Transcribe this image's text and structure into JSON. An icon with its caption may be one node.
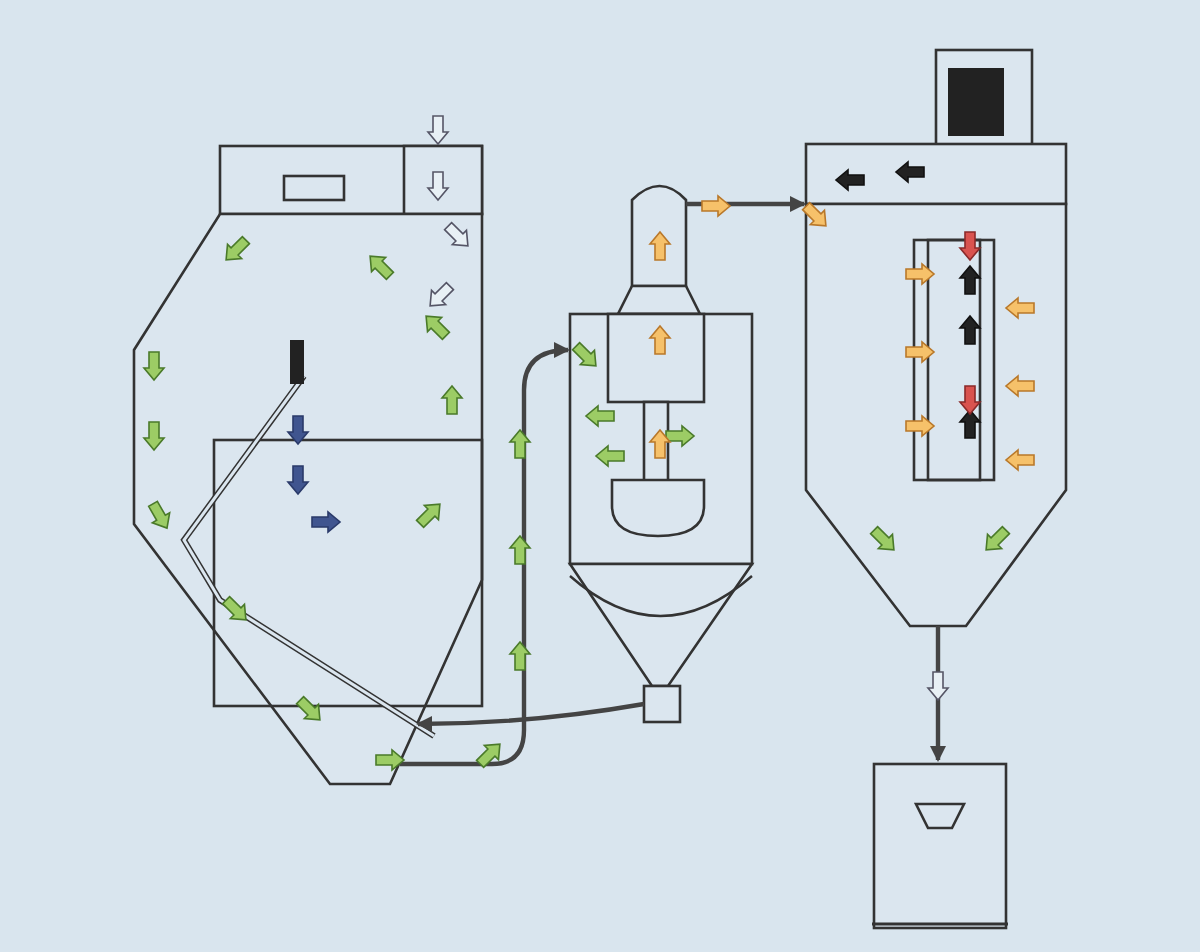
{
  "diagram": {
    "nodes": [
      {
        "text": [],
        "shape": "picture"
      },
      {
        "text": [],
        "shape": "picture"
      },
      {
        "text": [],
        "shape": "picture"
      },
      {
        "text": [],
        "shape": "picture"
      }
    ],
    "edges": [
      {
        "from": 0,
        "to": 1,
        "arrow": "to"
      },
      {
        "from": 1,
        "to": 2,
        "arrow": "to"
      },
      {
        "from": 2,
        "to": 3,
        "arrow": "to"
      },
      {
        "from": 1,
        "to": 0,
        "arrow": "to"
      }
    ]
  }
}
